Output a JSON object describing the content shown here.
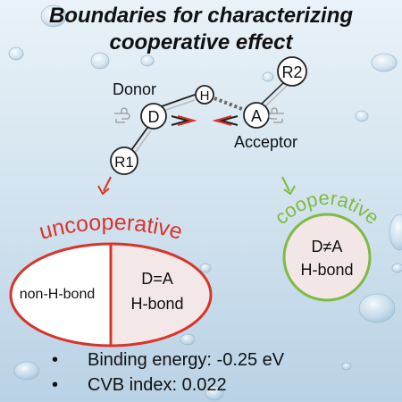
{
  "title": {
    "line1": "Boundaries for characterizing",
    "line2": "cooperative effect"
  },
  "molecule": {
    "donor_label": "Donor",
    "acceptor_label": "Acceptor",
    "atom_d": "D",
    "atom_h": "H",
    "atom_a": "A",
    "group_r1": "R1",
    "group_r2": "R2"
  },
  "uncooperative": {
    "label": "uncooperative",
    "left_region": "non-H-bond",
    "right_line1": "D=A",
    "right_line2": "H-bond",
    "color": "#d9342b"
  },
  "cooperative": {
    "label": "cooperative",
    "line1": "D≠A",
    "line2": "H-bond",
    "color": "#7fba42"
  },
  "bullets": [
    {
      "text": "Binding energy: -0.25 eV"
    },
    {
      "text": "CVB index: 0.022"
    }
  ],
  "bullet_symbol": "•"
}
